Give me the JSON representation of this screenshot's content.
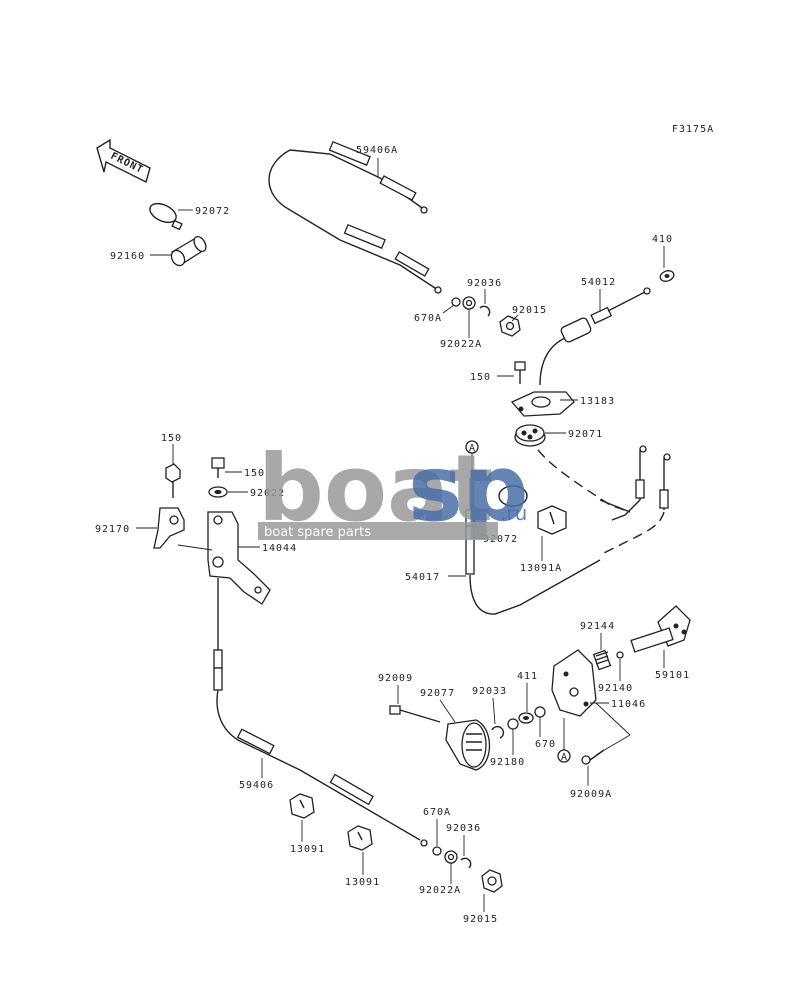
{
  "figure_code": "F3175A",
  "front_label": "FRONT",
  "watermark": {
    "brand_a": "boat",
    "brand_b": "sp",
    "brand_suffix": ".ru",
    "tagline": "boat spare parts"
  },
  "callouts": {
    "a1": "A",
    "a2": "A"
  },
  "parts": {
    "p59406A": "59406A",
    "p92072a": "92072",
    "p92160": "92160",
    "p670A_a": "670A",
    "p92036_a": "92036",
    "p92022A_a": "92022A",
    "p92015_a": "92015",
    "p54012": "54012",
    "p410": "410",
    "p150_a": "150",
    "p13183": "13183",
    "p92071": "92071",
    "p150_b": "150",
    "p150_c": "150",
    "p92022": "92022",
    "p92170": "92170",
    "p14044": "14044",
    "p92072b": "92072",
    "p13091A": "13091A",
    "p54017": "54017",
    "p92144": "92144",
    "p92140": "92140",
    "p59101": "59101",
    "p92009": "92009",
    "p92077": "92077",
    "p92033": "92033",
    "p411": "411",
    "p11046": "11046",
    "p670": "670",
    "p92180": "92180",
    "p92009A": "92009A",
    "p59406": "59406",
    "p13091_a": "13091",
    "p13091_b": "13091",
    "p670A_b": "670A",
    "p92036_b": "92036",
    "p92022A_b": "92022A",
    "p92015_b": "92015"
  }
}
